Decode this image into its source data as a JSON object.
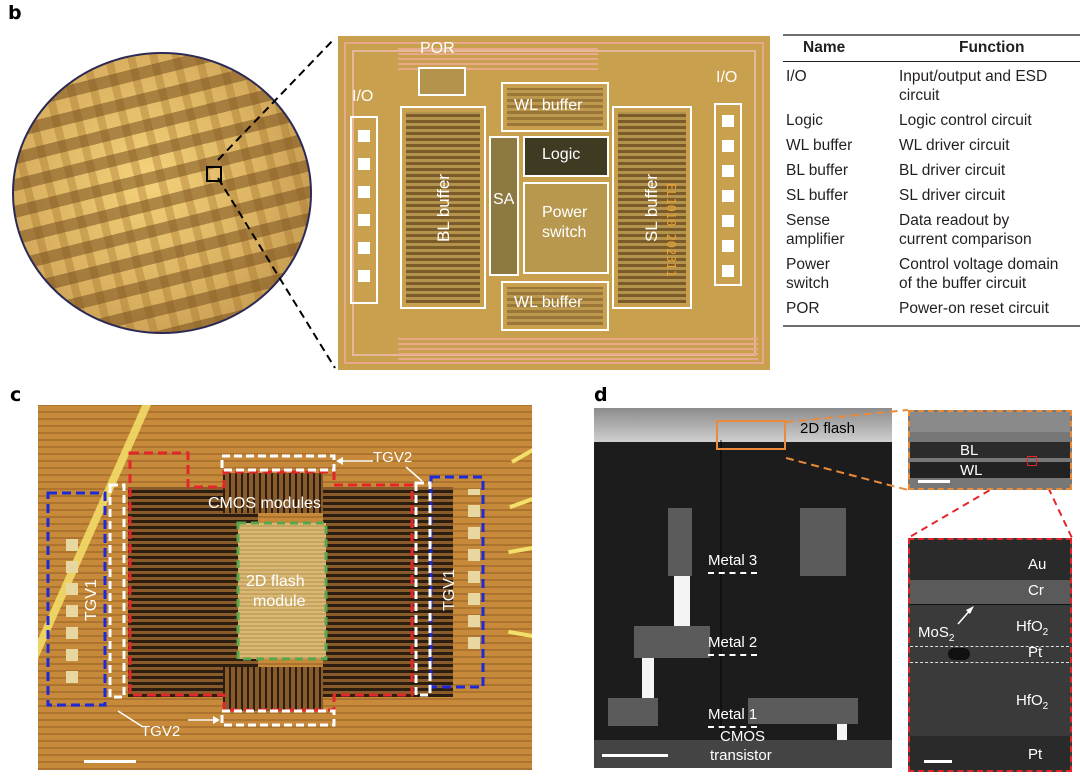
{
  "panels": {
    "b": {
      "label": "b",
      "layout_labels": {
        "por": "POR",
        "io_left": "I/O",
        "io_right": "I/O",
        "bl_buffer": "BL buffer",
        "sa": "SA",
        "wl_buffer_top": "WL buffer",
        "logic": "Logic",
        "power_switch_line1": "Power",
        "power_switch_line2": "switch",
        "wl_buffer_bottom": "WL buffer",
        "sl_buffer": "SL buffer",
        "chip_marking": "EL1010 202311"
      },
      "table": {
        "headers": [
          "Name",
          "Function"
        ],
        "rows": [
          {
            "name": "I/O",
            "function": "Input/output and ESD\ncircuit"
          },
          {
            "name": "Logic",
            "function": "Logic control circuit"
          },
          {
            "name": "WL buffer",
            "function": "WL driver circuit"
          },
          {
            "name": "BL buffer",
            "function": "BL driver circuit"
          },
          {
            "name": "SL buffer",
            "function": "SL driver circuit"
          },
          {
            "name": "Sense\namplifier",
            "function": "Data readout by\ncurrent comparison"
          },
          {
            "name": "Power\nswitch",
            "function": "Control voltage domain\nof the buffer circuit"
          },
          {
            "name": "POR",
            "function": "Power-on reset circuit"
          }
        ]
      }
    },
    "c": {
      "label": "c",
      "labels": {
        "tgv2_top": "TGV2",
        "tgv2_bottom": "TGV2",
        "cmos_modules": "CMOS modules",
        "flash_line1": "2D flash",
        "flash_line2": "module",
        "tgv1_left": "TGV1",
        "tgv1_right": "TGV1"
      },
      "colors": {
        "cmos_outline": "#e3262a",
        "flash_outline": "#5aa64a",
        "tgv1_outline": "#1d2ad6",
        "tgv2_outline": "#ffffff"
      }
    },
    "d": {
      "label": "d",
      "labels": {
        "flash": "2D flash",
        "metal3": "Metal 3",
        "metal2": "Metal 2",
        "metal1": "Metal 1",
        "cmos_line1": "CMOS",
        "cmos_line2": "transistor",
        "bl": "BL",
        "wl": "WL",
        "au": "Au",
        "cr": "Cr",
        "hfo2_top": "HfO",
        "hfo2_top_sub": "2",
        "mos2": "MoS",
        "mos2_sub": "2",
        "pt_mid": "Pt",
        "hfo2_bottom": "HfO",
        "hfo2_bottom_sub": "2",
        "pt_bottom": "Pt"
      },
      "colors": {
        "zoom1_outline": "#e98b3a",
        "zoom2_outline": "#e3262a"
      }
    }
  }
}
